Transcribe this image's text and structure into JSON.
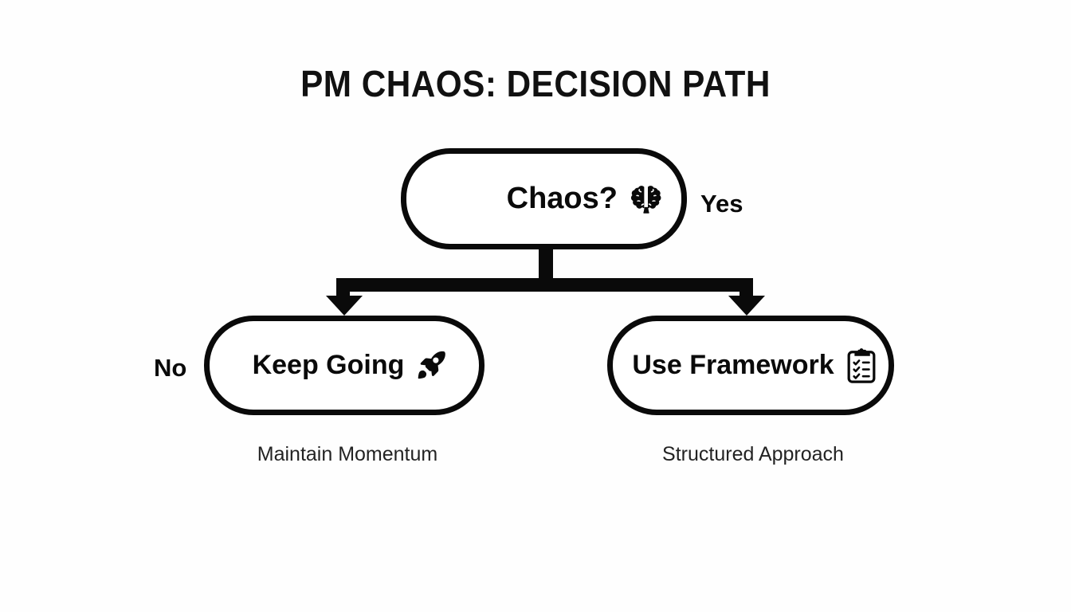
{
  "diagram": {
    "title": "PM CHAOS: DECISION PATH",
    "background_color": "#fefefe",
    "stroke_color": "#0a0a0a",
    "text_color": "#111111",
    "caption_color": "#232323",
    "type": "decision-tree-flowchart",
    "nodes": [
      {
        "id": "root",
        "label": "Chaos?",
        "icon": "brain-icon",
        "icon_glyph": "🧠",
        "shape": "rounded-rectangle"
      },
      {
        "id": "left",
        "label": "Keep Going",
        "icon": "rocket-icon",
        "icon_glyph": "🚀",
        "shape": "rounded-rectangle",
        "caption": "Maintain Momentum"
      },
      {
        "id": "right",
        "label": "Use Framework",
        "icon": "clipboard-checklist-icon",
        "icon_glyph": "📋",
        "shape": "rounded-rectangle",
        "caption": "Structured Approach"
      }
    ],
    "edges": [
      {
        "id": "edge-yes",
        "label": "Yes",
        "from": "root",
        "to": "right"
      },
      {
        "id": "edge-no",
        "label": "No",
        "from": "root",
        "to": "left"
      }
    ]
  }
}
